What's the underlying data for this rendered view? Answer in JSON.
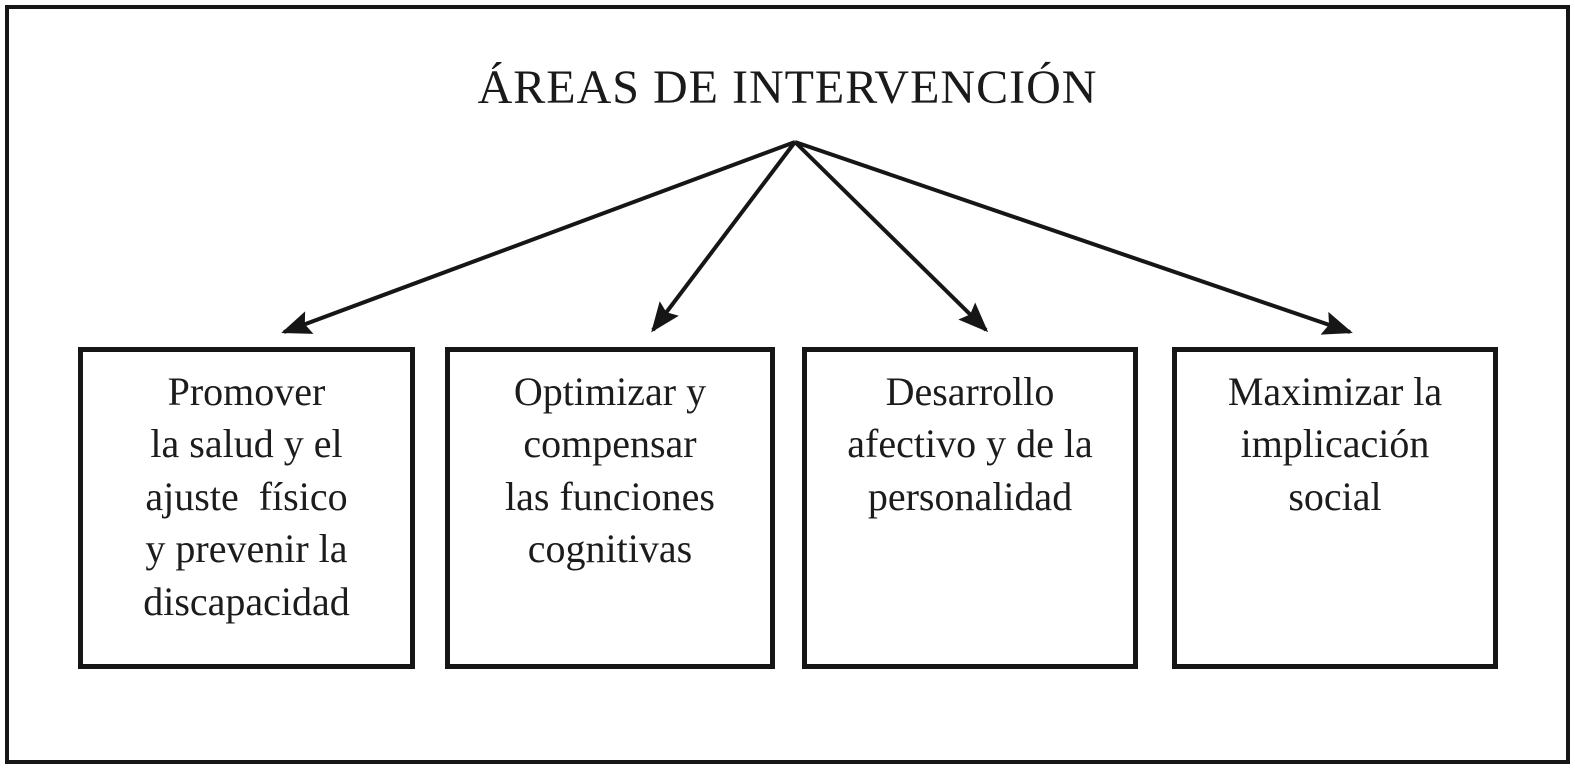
{
  "figure": {
    "title": "ÁREAS DE INTERVENCIÓN",
    "boxes": [
      {
        "id": "salud-fisica",
        "text": "Promover\nla salud y el\najuste  físico\ny prevenir la\ndiscapacidad"
      },
      {
        "id": "funciones-cognitivas",
        "text": "Optimizar y\ncompensar\nlas funciones\ncognitivas"
      },
      {
        "id": "desarrollo-afectivo",
        "text": "Desarrollo\nafectivo y de la\npersonalidad"
      },
      {
        "id": "implicacion-social",
        "text": "Maximizar la\nimplicación\nsocial"
      }
    ],
    "connections": [
      {
        "from": "title",
        "to": "salud-fisica"
      },
      {
        "from": "title",
        "to": "funciones-cognitivas"
      },
      {
        "from": "title",
        "to": "desarrollo-afectivo"
      },
      {
        "from": "title",
        "to": "implicacion-social"
      }
    ],
    "colors": {
      "ink": "#1a1a1a",
      "background": "#ffffff"
    }
  }
}
